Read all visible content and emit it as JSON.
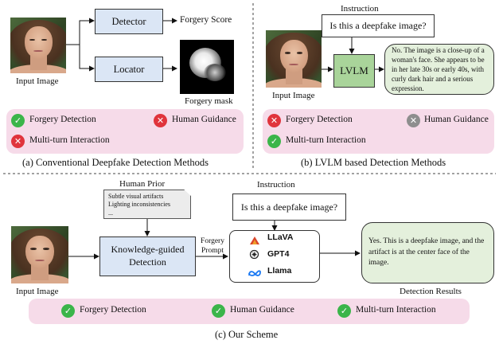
{
  "panel_a": {
    "input_label": "Input Image",
    "detector_label": "Detector",
    "locator_label": "Locator",
    "forgery_score": "Forgery Score",
    "forgery_mask": "Forgery mask",
    "items": [
      {
        "label": "Forgery Detection",
        "status": "check"
      },
      {
        "label": "Human Guidance",
        "status": "cross"
      },
      {
        "label": "Multi-turn Interaction",
        "status": "cross"
      }
    ],
    "caption": "(a) Conventional Deepfake Detection Methods"
  },
  "panel_b": {
    "instruction_label": "Instruction",
    "question": "Is this a deepfake image?",
    "lvlm_label": "LVLM",
    "input_label": "Input Image",
    "response": "No. The image is a close-up of a woman's face. She appears to be in her late 30s or early 40s, with curly dark hair and a serious expression.",
    "items": [
      {
        "label": "Forgery Detection",
        "status": "cross"
      },
      {
        "label": "Human Guidance",
        "status": "neutral"
      },
      {
        "label": "Multi-turn Interaction",
        "status": "check"
      }
    ],
    "caption": "(b) LVLM based Detection Methods"
  },
  "panel_c": {
    "human_prior_label": "Human Prior",
    "prior_lines": [
      "Subtle visual artifacts",
      "Lighting inconsistencies",
      "..."
    ],
    "instruction_label": "Instruction",
    "question": "Is this a deepfake image?",
    "kg_detection": "Knowledge-guided Detection",
    "forgery_prompt": "Forgery Prompt",
    "models": [
      "LLaVA",
      "GPT4",
      "Llama"
    ],
    "response": "Yes. This is a deepfake image, and the artifact is at the center face of the image.",
    "results_label": "Detection Results",
    "input_label": "Input Image",
    "items": [
      {
        "label": "Forgery Detection",
        "status": "check"
      },
      {
        "label": "Human Guidance",
        "status": "check"
      },
      {
        "label": "Multi-turn Interaction",
        "status": "check"
      }
    ],
    "caption": "(c) Our Scheme"
  },
  "colors": {
    "detector_fill": "#dbe6f5",
    "lvlm_fill": "#a9d49a",
    "panel_fill": "#f6dbe9",
    "check": "#3bb54a",
    "cross": "#e0343c"
  },
  "icons": {
    "check": "checkmark-icon",
    "cross": "cross-icon",
    "neutral": "neutral-cross-icon"
  }
}
